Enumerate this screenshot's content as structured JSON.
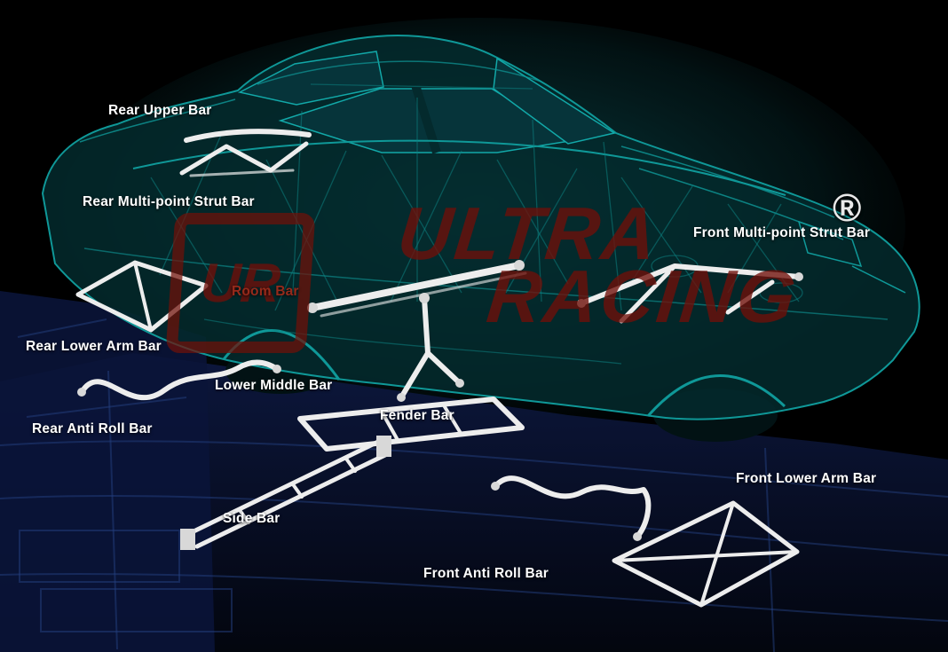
{
  "diagram": {
    "watermark": {
      "line1": "ULTRA",
      "line2": "RACING",
      "logo": "UR",
      "registered": "®"
    },
    "colors": {
      "label_default": "#ffffff",
      "room_bar_label": "#962a1b",
      "watermark_red": "#70100 9",
      "car_wireframe_teal": "#0f9898",
      "floor_navy": "#0d1840",
      "bar_white": "#ededed"
    },
    "labels": [
      {
        "text": "Rear Upper Bar",
        "color": "#ffffff"
      },
      {
        "text": "Rear Multi-point Strut Bar",
        "color": "#ffffff"
      },
      {
        "text": "Front Multi-point Strut Bar",
        "color": "#ffffff"
      },
      {
        "text": "Room Bar",
        "color": "#962a1b"
      },
      {
        "text": "Rear Lower Arm Bar",
        "color": "#ffffff"
      },
      {
        "text": "Lower Middle Bar",
        "color": "#ffffff"
      },
      {
        "text": "Rear Anti Roll Bar",
        "color": "#ffffff"
      },
      {
        "text": "Fender Bar",
        "color": "#ffffff"
      },
      {
        "text": "Side Bar",
        "color": "#ffffff"
      },
      {
        "text": "Front Anti Roll Bar",
        "color": "#ffffff"
      },
      {
        "text": "Front Lower Arm Bar",
        "color": "#ffffff"
      }
    ]
  }
}
